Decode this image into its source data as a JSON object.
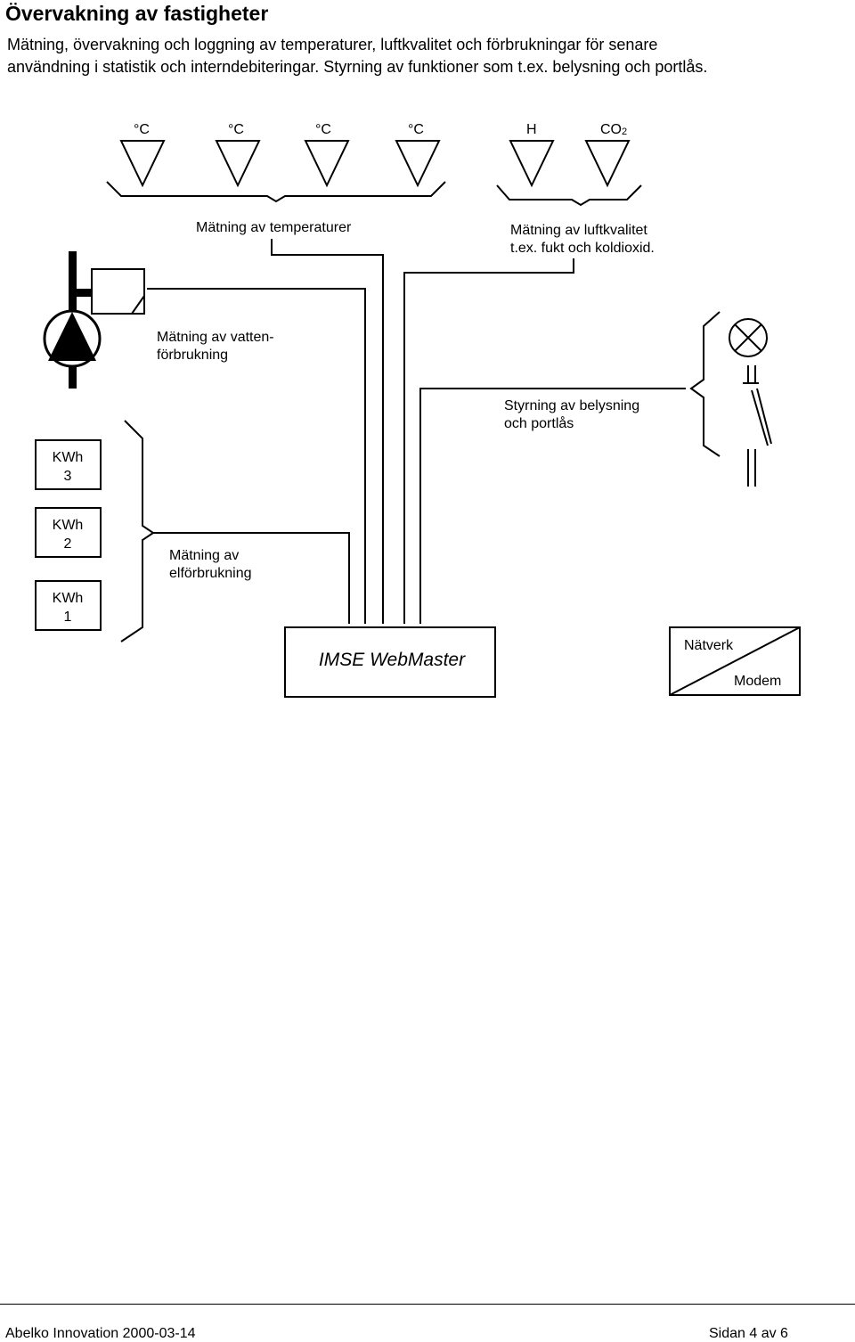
{
  "page": {
    "title": "Övervakning av fastigheter",
    "intro_line1": "Mätning, övervakning och loggning av temperaturer, luftkvalitet och förbrukningar för senare",
    "intro_line2": "användning i statistik och interndebiteringar. Styrning av funktioner som t.ex. belysning och portlås."
  },
  "diagram": {
    "temp_sensors": [
      {
        "label": "°C"
      },
      {
        "label": "°C"
      },
      {
        "label": "°C"
      },
      {
        "label": "°C"
      }
    ],
    "air_sensors": [
      {
        "label": "H"
      },
      {
        "label": "CO",
        "sub": "2"
      }
    ],
    "temp_group_label": "Mätning av temperaturer",
    "air_group_label_1": "Mätning av luftkvalitet",
    "air_group_label_2": "t.ex. fukt och koldioxid.",
    "water_label_1": "Mätning av vatten-",
    "water_label_2": "förbrukning",
    "lighting_label_1": "Styrning av belysning",
    "lighting_label_2": "och portlås",
    "meters": [
      {
        "unit": "KWh",
        "number": "3"
      },
      {
        "unit": "KWh",
        "number": "2"
      },
      {
        "unit": "KWh",
        "number": "1"
      }
    ],
    "electric_label_1": "Mätning av",
    "electric_label_2": "elförbrukning",
    "controller_label": "IMSE WebMaster",
    "network_label": "Nätverk",
    "modem_label": "Modem"
  },
  "footer": {
    "left": "Abelko Innovation 2000-03-14",
    "right": "Sidan 4 av 6"
  }
}
